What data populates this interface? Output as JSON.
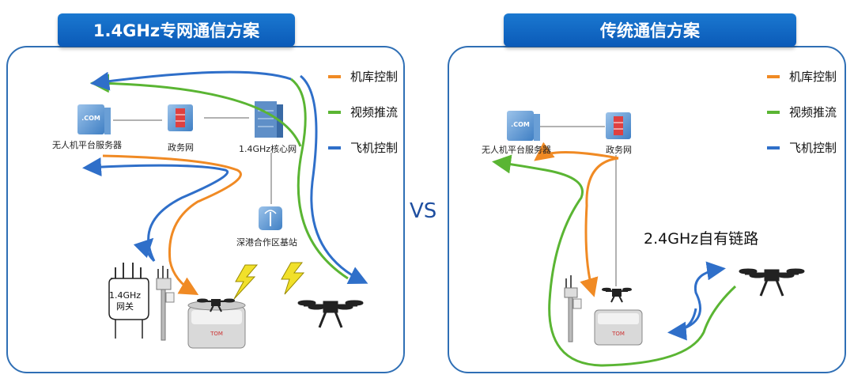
{
  "left": {
    "title": "1.4GHz专网通信方案",
    "nodes": {
      "server": "无人机平台服务器",
      "gov": "政务网",
      "core": "1.4GHz核心网",
      "station": "深港合作区基站",
      "gateway": "1.4GHz\n网关"
    },
    "legend": [
      {
        "label": "机库控制",
        "color": "#f08a24"
      },
      {
        "label": "视频推流",
        "color": "#5ab533"
      },
      {
        "label": "飞机控制",
        "color": "#2f6fc9"
      }
    ]
  },
  "vs": "VS",
  "right": {
    "title": "传统通信方案",
    "nodes": {
      "server": "无人机平台服务器",
      "gov": "政务网"
    },
    "link": "2.4GHz自有链路",
    "legend": [
      {
        "label": "机库控制",
        "color": "#f08a24"
      },
      {
        "label": "视频推流",
        "color": "#5ab533"
      },
      {
        "label": "飞机控制",
        "color": "#2f6fc9"
      }
    ]
  }
}
